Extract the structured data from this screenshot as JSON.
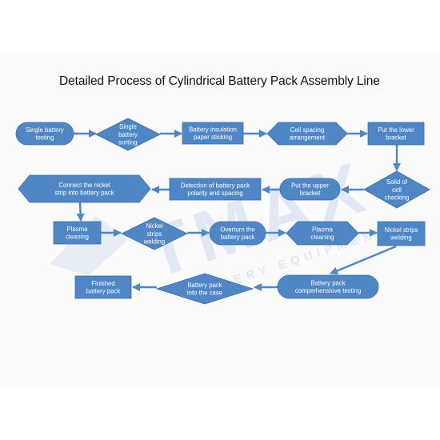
{
  "title": "Detailed Process of Cylindrical Battery Pack Assembly Line",
  "watermark": {
    "brand": "TMAX",
    "tagline": "BATTERY EQUIPMENTS"
  },
  "steps": [
    {
      "id": "s1",
      "shape": "rounded",
      "lines": [
        "Single battery",
        "testing"
      ]
    },
    {
      "id": "s2",
      "shape": "diamond",
      "lines": [
        "Single",
        "battery",
        "sorting"
      ]
    },
    {
      "id": "s3",
      "shape": "rect",
      "lines": [
        "Battery insulation",
        "paper sticking"
      ]
    },
    {
      "id": "s4",
      "shape": "hexagon",
      "lines": [
        "Cell spacing",
        "arrangement"
      ]
    },
    {
      "id": "s5",
      "shape": "rect",
      "lines": [
        "Put the lower",
        "bracket"
      ]
    },
    {
      "id": "s6",
      "shape": "diamond",
      "lines": [
        "Solid of",
        "cell",
        "checking"
      ]
    },
    {
      "id": "s7",
      "shape": "rounded",
      "lines": [
        "Put the upper",
        "bracket"
      ]
    },
    {
      "id": "s8",
      "shape": "rect",
      "lines": [
        "Detection of battery pack",
        "polarity and spacing"
      ]
    },
    {
      "id": "s9",
      "shape": "hexagon",
      "lines": [
        "Connect the nickel",
        "strip into battery pack"
      ]
    },
    {
      "id": "s10",
      "shape": "rect",
      "lines": [
        "Plasma",
        "cleaning"
      ]
    },
    {
      "id": "s11",
      "shape": "diamond",
      "lines": [
        "Nickel",
        "strips",
        "welding"
      ]
    },
    {
      "id": "s12",
      "shape": "rounded",
      "lines": [
        "Overturn the",
        "battery pack"
      ]
    },
    {
      "id": "s13",
      "shape": "hexagon",
      "lines": [
        "Plasma",
        "cleaning"
      ]
    },
    {
      "id": "s14",
      "shape": "rect",
      "lines": [
        "Nickel strips",
        "welding"
      ]
    },
    {
      "id": "s15",
      "shape": "rounded",
      "lines": [
        "Battery pack",
        "comperhensiove testing"
      ]
    },
    {
      "id": "s16",
      "shape": "diamond",
      "lines": [
        "Battery pack",
        "into the case"
      ]
    },
    {
      "id": "s17",
      "shape": "rect",
      "lines": [
        "Finished",
        "battery pack"
      ]
    }
  ],
  "flow": [
    [
      "s1",
      "s2"
    ],
    [
      "s2",
      "s3"
    ],
    [
      "s3",
      "s4"
    ],
    [
      "s4",
      "s5"
    ],
    [
      "s5",
      "s6"
    ],
    [
      "s6",
      "s7"
    ],
    [
      "s7",
      "s8"
    ],
    [
      "s8",
      "s9"
    ],
    [
      "s9",
      "s10"
    ],
    [
      "s10",
      "s11"
    ],
    [
      "s11",
      "s12"
    ],
    [
      "s12",
      "s13"
    ],
    [
      "s13",
      "s14"
    ],
    [
      "s14",
      "s15"
    ],
    [
      "s15",
      "s16"
    ],
    [
      "s16",
      "s17"
    ]
  ]
}
